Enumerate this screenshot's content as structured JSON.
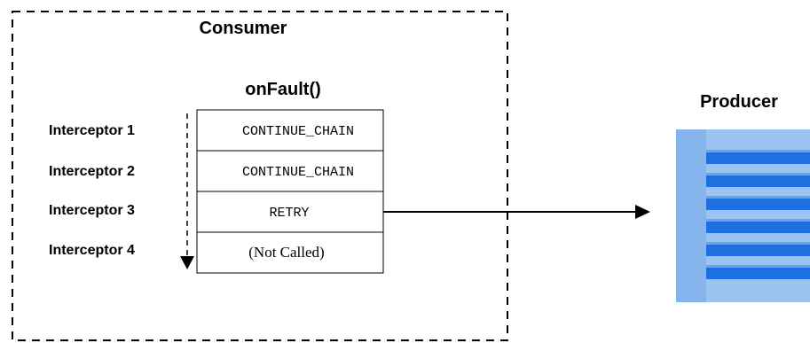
{
  "consumer": {
    "title": "Consumer",
    "handler_title": "onFault()",
    "interceptors": [
      {
        "label": "Interceptor 1",
        "result": "CONTINUE_CHAIN"
      },
      {
        "label": "Interceptor 2",
        "result": "CONTINUE_CHAIN"
      },
      {
        "label": "Interceptor 3",
        "result": "RETRY"
      },
      {
        "label": "Interceptor 4",
        "result": "(Not Called)"
      }
    ]
  },
  "producer": {
    "title": "Producer",
    "stripe_count": 6
  },
  "colors": {
    "line": "#000000",
    "producer_back": "#9cc4f0",
    "producer_stripe": "#1e6fe0",
    "producer_edge": "#6aa4e6"
  }
}
